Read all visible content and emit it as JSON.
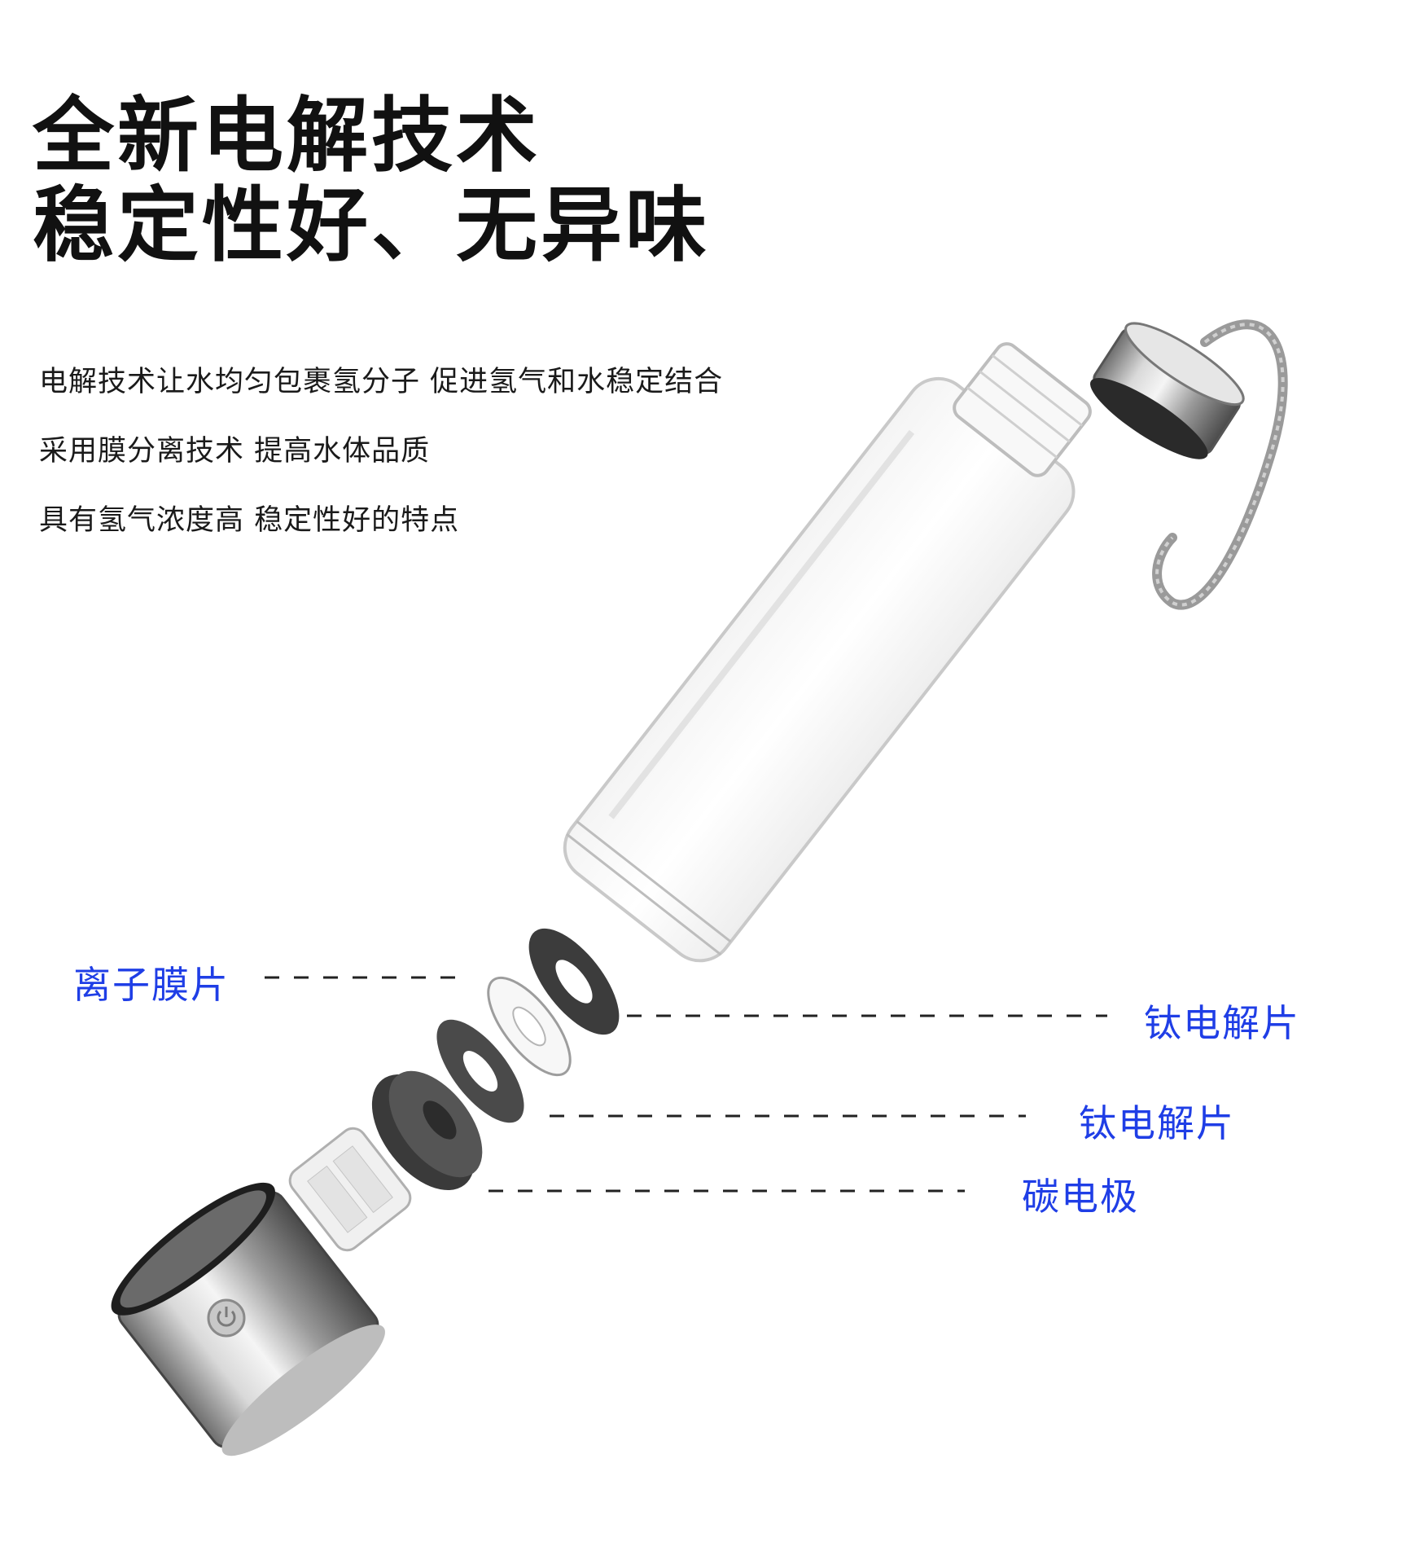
{
  "headline": {
    "line1": "全新电解技术",
    "line2": "稳定性好、无异味"
  },
  "features": [
    "电解技术让水均匀包裹氢分子 促进氢气和水稳定结合",
    "采用膜分离技术 提高水体品质",
    "具有氢气浓度高 稳定性好的特点"
  ],
  "labels": {
    "ion_membrane": "离子膜片",
    "titanium_top": "钛电解片",
    "titanium_bottom": "钛电解片",
    "carbon_electrode": "碳电极"
  },
  "colors": {
    "label_blue": "#1f3ee6",
    "headline": "#111111"
  }
}
